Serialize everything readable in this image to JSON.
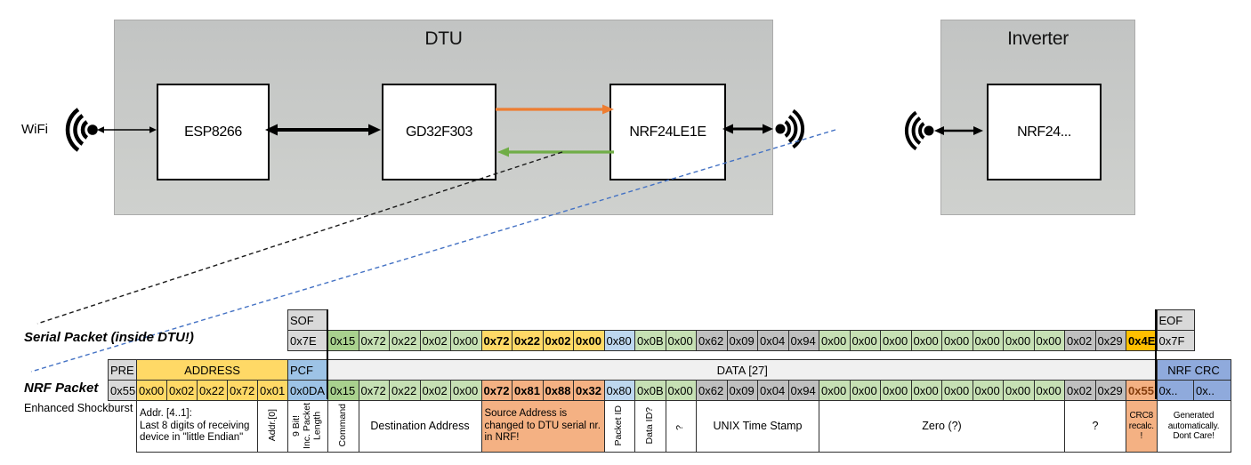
{
  "diagram": {
    "wifi_label": "WiFi",
    "dtu": {
      "title": "DTU",
      "components": [
        "ESP8266",
        "GD32F303",
        "NRF24LE1E"
      ]
    },
    "inverter": {
      "title": "Inverter",
      "component": "NRF24..."
    },
    "icons": {
      "left": "wifi-waves-left-icon",
      "dtu_right": "radio-waves-right-icon",
      "inverter": "radio-waves-left-icon"
    },
    "colors": {
      "uart_tx_arrow": "#ED7D31",
      "uart_rx_arrow": "#70AD47",
      "serial_trace": "#1a1a1a",
      "rf_trace": "#4472C4"
    }
  },
  "serial": {
    "label": "Serial Packet (inside DTU!)",
    "sof_header": "SOF",
    "sof_value": "0x7E",
    "eof_header": "EOF",
    "eof_value": "0x7F",
    "bytes": [
      {
        "v": "0x15",
        "c": "gA"
      },
      {
        "v": "0x72",
        "c": "gB"
      },
      {
        "v": "0x22",
        "c": "gB"
      },
      {
        "v": "0x02",
        "c": "gB"
      },
      {
        "v": "0x00",
        "c": "gB"
      },
      {
        "v": "0x72",
        "c": "gold b"
      },
      {
        "v": "0x22",
        "c": "gold b"
      },
      {
        "v": "0x02",
        "c": "gold b"
      },
      {
        "v": "0x00",
        "c": "gold b"
      },
      {
        "v": "0x80",
        "c": "blA"
      },
      {
        "v": "0x0B",
        "c": "gB"
      },
      {
        "v": "0x00",
        "c": "gB"
      },
      {
        "v": "0x62",
        "c": "gyB"
      },
      {
        "v": "0x09",
        "c": "gyB"
      },
      {
        "v": "0x04",
        "c": "gyB"
      },
      {
        "v": "0x94",
        "c": "gyB"
      },
      {
        "v": "0x00",
        "c": "gB"
      },
      {
        "v": "0x00",
        "c": "gB"
      },
      {
        "v": "0x00",
        "c": "gB"
      },
      {
        "v": "0x00",
        "c": "gB"
      },
      {
        "v": "0x00",
        "c": "gB"
      },
      {
        "v": "0x00",
        "c": "gB"
      },
      {
        "v": "0x00",
        "c": "gB"
      },
      {
        "v": "0x00",
        "c": "gB"
      },
      {
        "v": "0x02",
        "c": "gyB"
      },
      {
        "v": "0x29",
        "c": "gyB"
      },
      {
        "v": "0x4E",
        "c": "amber b"
      }
    ]
  },
  "nrf": {
    "label": "NRF Packet",
    "sublabel": "Enhanced Shockburst",
    "pre_header": "PRE",
    "pre_value": "0x55",
    "address_header": "ADDRESS",
    "address_values": [
      "0x00",
      "0x02",
      "0x22",
      "0x72",
      "0x01"
    ],
    "pcf_header": "PCF",
    "pcf_value": "0x0DA",
    "data_header": "DATA [27]",
    "crc_header": "NRF CRC",
    "crc_values": [
      "0x..",
      "0x.."
    ],
    "bytes": [
      {
        "v": "0x15",
        "c": "gA"
      },
      {
        "v": "0x72",
        "c": "gB"
      },
      {
        "v": "0x22",
        "c": "gB"
      },
      {
        "v": "0x02",
        "c": "gB"
      },
      {
        "v": "0x00",
        "c": "gB"
      },
      {
        "v": "0x72",
        "c": "sal b"
      },
      {
        "v": "0x81",
        "c": "sal b"
      },
      {
        "v": "0x88",
        "c": "sal b"
      },
      {
        "v": "0x32",
        "c": "sal b"
      },
      {
        "v": "0x80",
        "c": "blA"
      },
      {
        "v": "0x0B",
        "c": "gB"
      },
      {
        "v": "0x00",
        "c": "gB"
      },
      {
        "v": "0x62",
        "c": "gyB"
      },
      {
        "v": "0x09",
        "c": "gyB"
      },
      {
        "v": "0x04",
        "c": "gyB"
      },
      {
        "v": "0x94",
        "c": "gyB"
      },
      {
        "v": "0x00",
        "c": "gB"
      },
      {
        "v": "0x00",
        "c": "gB"
      },
      {
        "v": "0x00",
        "c": "gB"
      },
      {
        "v": "0x00",
        "c": "gB"
      },
      {
        "v": "0x00",
        "c": "gB"
      },
      {
        "v": "0x00",
        "c": "gB"
      },
      {
        "v": "0x00",
        "c": "gB"
      },
      {
        "v": "0x00",
        "c": "gB"
      },
      {
        "v": "0x02",
        "c": "gyB"
      },
      {
        "v": "0x29",
        "c": "gyB"
      },
      {
        "v": "0x55",
        "c": "sal b red"
      }
    ],
    "annotations": [
      {
        "t": "Addr. [4..1]:\nLast 8 digits of receiving device in \"little Endian\"",
        "s": 4,
        "style": "left"
      },
      {
        "t": "Addr.[0]",
        "s": 1,
        "style": "vert"
      },
      {
        "t": "9 Bit!\nInc. Packet\nLength",
        "s": 1,
        "style": "vert"
      },
      {
        "t": "Command",
        "s": 1,
        "style": "vert"
      },
      {
        "t": "Destination Address",
        "s": 4,
        "style": "center"
      },
      {
        "t": "Source Address is changed to DTU serial nr. in NRF!",
        "s": 4,
        "style": "left",
        "bg": "sal"
      },
      {
        "t": "Packet ID",
        "s": 1,
        "style": "vert"
      },
      {
        "t": "Data ID?",
        "s": 1,
        "style": "vert"
      },
      {
        "t": "?",
        "s": 1,
        "style": "vert"
      },
      {
        "t": "UNIX Time Stamp",
        "s": 4,
        "style": "center"
      },
      {
        "t": "Zero (?)",
        "s": 8,
        "style": "center"
      },
      {
        "t": "?",
        "s": 2,
        "style": "center"
      },
      {
        "t": "CRC8 recalc. !",
        "s": 1,
        "style": "center-small",
        "bg": "sal"
      },
      {
        "t": "Generated automatically. Dont Care!",
        "s": 2,
        "style": "center-small"
      }
    ]
  },
  "palette": {
    "gold": "#FFD966",
    "amber": "#FFC000",
    "salmon": "#F4B183",
    "green_dark": "#A9D18E",
    "green_light": "#C6E0B4",
    "blue_light": "#BDD7EE",
    "blue_pcf": "#9DC3E6",
    "blue_crc": "#8FAADC",
    "gray_header": "#D9D9D9",
    "gray_mid": "#BFBFBF",
    "gray_band": "#F0F0F0",
    "crc_text_red": "#843C0C"
  }
}
